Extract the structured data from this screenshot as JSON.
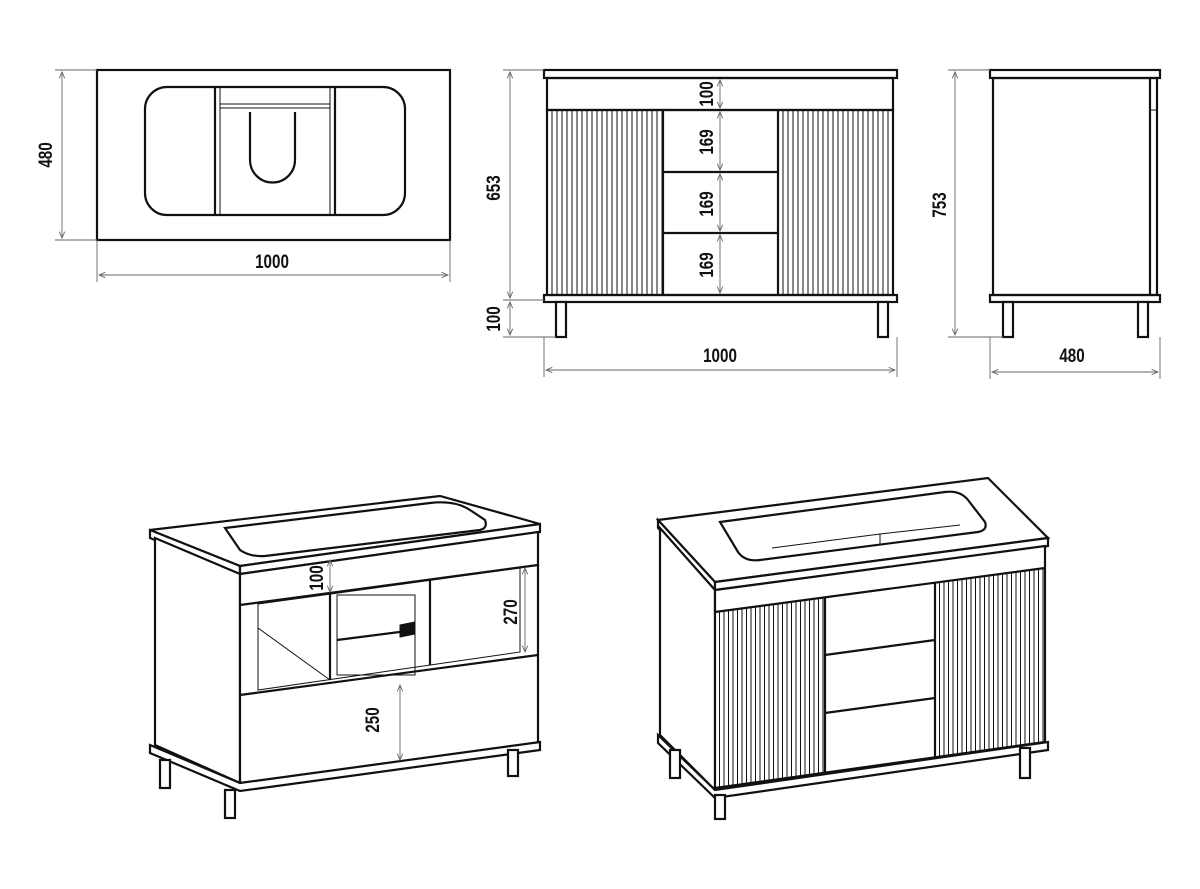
{
  "title": "Vanity cabinet dimensional drawing",
  "top_view": {
    "depth": "480",
    "width": "1000"
  },
  "front_view": {
    "body_height": "653",
    "leg_height": "100",
    "width": "1000",
    "top_drawer": "100",
    "drawer_1": "169",
    "drawer_2": "169",
    "drawer_3": "169"
  },
  "side_view": {
    "total_height": "753",
    "depth": "480"
  },
  "iso_open_view": {
    "top_band": "100",
    "upper_compartment": "270",
    "lower_compartment": "250"
  },
  "iso_closed_view": {}
}
